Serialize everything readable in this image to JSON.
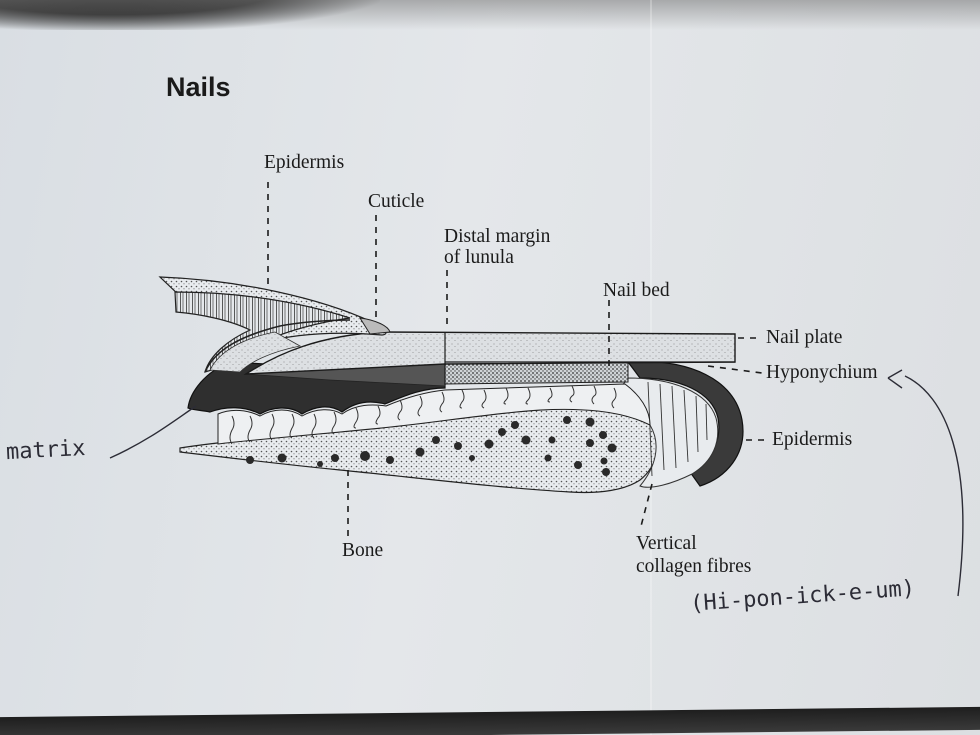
{
  "heading": "Nails",
  "labels": {
    "epidermis_top": "Epidermis",
    "cuticle": "Cuticle",
    "distal_margin_line1": "Distal margin",
    "distal_margin_line2": "of lunula",
    "nail_bed": "Nail bed",
    "nail_plate": "Nail plate",
    "hyponychium": "Hyponychium",
    "epidermis_right": "Epidermis",
    "bone": "Bone",
    "vertical_line1": "Vertical",
    "vertical_line2": "collagen fibres"
  },
  "handwriting": {
    "matrix": "matrix",
    "pronunciation": "(Hi-pon-ick-e-um)"
  },
  "colors": {
    "paper": "#e1e4e7",
    "ink": "#1b1b1b",
    "pen": "#2c2c36",
    "matrix_dark": "#2e2e2e"
  }
}
